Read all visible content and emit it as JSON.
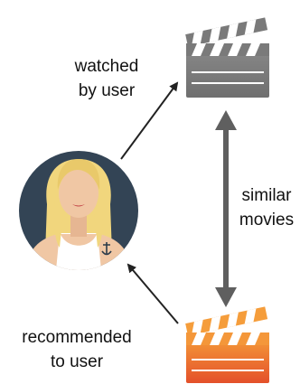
{
  "labels": {
    "watched_line1": "watched",
    "watched_line2": "by user",
    "similar_line1": "similar",
    "similar_line2": "movies",
    "recommended_line1": "recommended",
    "recommended_line2": "to user"
  },
  "colors": {
    "avatar_bg": "#334455",
    "hair": "#f1d67d",
    "skin": "#f0c7a4",
    "watched_clapper": "#777777",
    "recommended_clapper_top": "#f6a23a",
    "recommended_clapper_bottom": "#e4502a",
    "arrow": "#222222",
    "double_arrow": "#5f5f5f"
  },
  "icons": {
    "user": "user-avatar-icon",
    "watched_movie": "clapperboard-icon",
    "recommended_movie": "clapperboard-icon"
  }
}
